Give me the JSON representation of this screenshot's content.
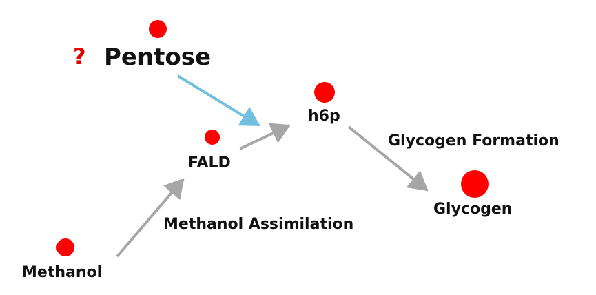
{
  "colors": {
    "dot": "#ff0000",
    "question_mark": "#e00000",
    "arrow_gray": "#a6a6a6",
    "arrow_blue": "#72bfe0",
    "text": "#111111"
  },
  "nodes": {
    "methanol": "Methanol",
    "fald": "FALD",
    "h6p": "h6p",
    "glycogen": "Glycogen",
    "pentose": "Pentose"
  },
  "question_mark": "?",
  "processes": {
    "methanol_assimilation": "Methanol Assimilation",
    "glycogen_formation": "Glycogen Formation"
  }
}
